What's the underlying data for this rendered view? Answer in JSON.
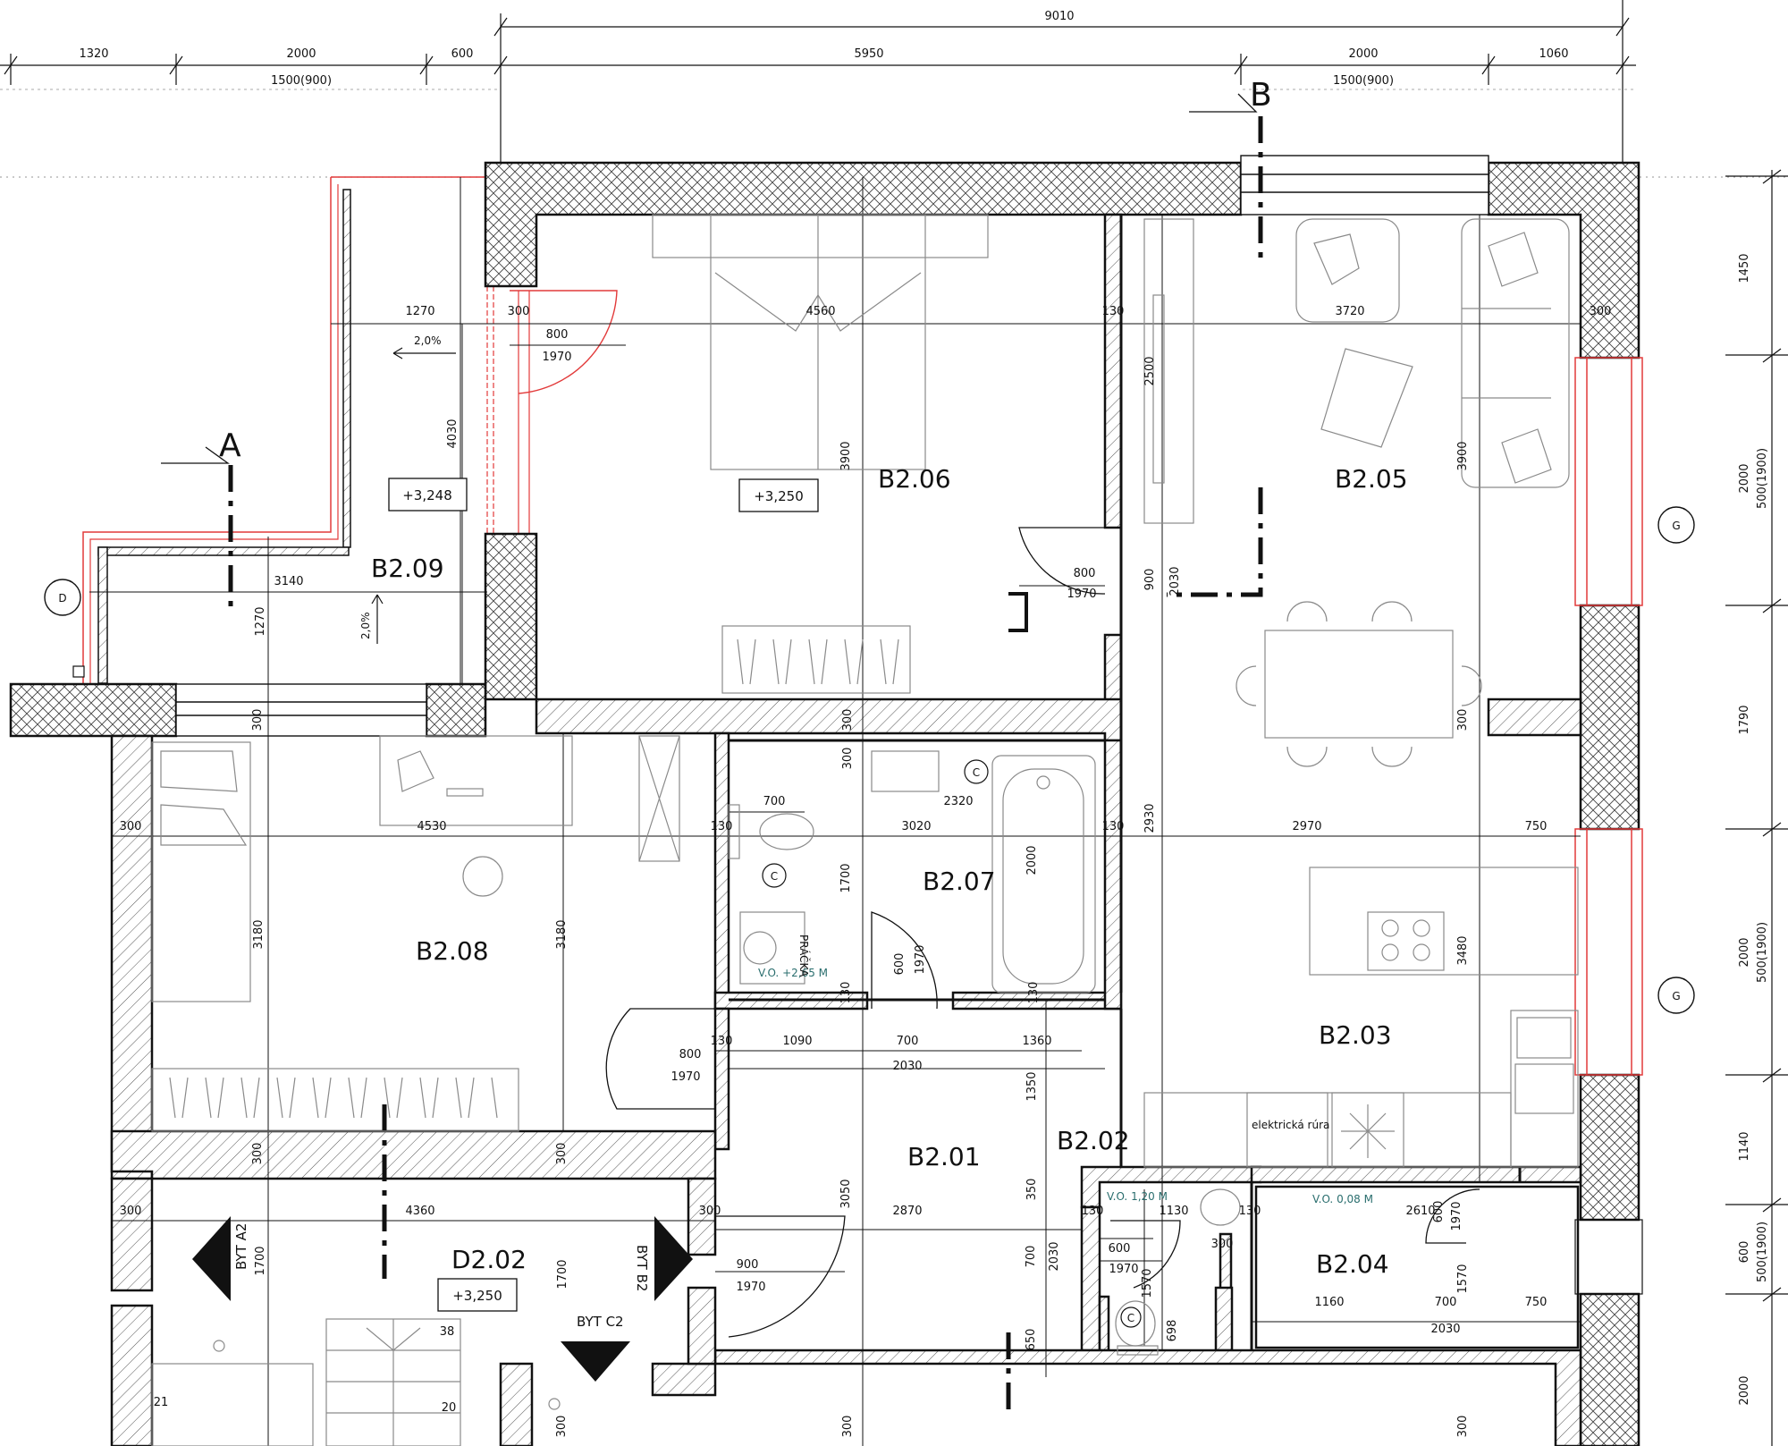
{
  "colors": {
    "wall_stroke": "#111111",
    "hatch": "#555555",
    "furniture": "#8a8a8a",
    "red_outline": "#e23a3a",
    "teal_text": "#2a6e6e"
  },
  "top_dimensions": {
    "overall": "9010",
    "row1": [
      "1320",
      "2000",
      "600",
      "5950",
      "2000",
      "1060"
    ],
    "window_left": "1500(900)",
    "window_right": "1500(900)"
  },
  "right_dimensions": [
    "1450",
    "2000",
    "500(1900)",
    "1790",
    "2000",
    "500(1900)",
    "1140",
    "600",
    "500(1900)",
    "2000"
  ],
  "section_markers": [
    "A",
    "B"
  ],
  "axis_markers": [
    "D",
    "G",
    "G"
  ],
  "rooms": {
    "b206": "B2.06",
    "b205": "B2.05",
    "b209": "B2.09",
    "b208": "B2.08",
    "b207": "B2.07",
    "b203": "B2.03",
    "b201": "B2.01",
    "b202": "B2.02",
    "b204": "B2.04",
    "d202": "D2.02"
  },
  "levels": {
    "b209": "+3,248",
    "b206": "+3,250",
    "d202": "+3,250"
  },
  "slopes": [
    "2,0%",
    "2,0%"
  ],
  "vo_labels": [
    "V.O. +2,65 M",
    "V.O. 1,20 M",
    "V.O. 0,08 M"
  ],
  "apartment_labels": [
    "BYT A2",
    "BYT B2",
    "BYT C2"
  ],
  "appliance_labels": {
    "washer": "PRÁČKA",
    "oven": "elektrická rúra",
    "c": "C"
  },
  "dims": {
    "d_1270a": "1270",
    "d_300a": "300",
    "d_800a": "800",
    "d_1970a": "1970",
    "d_4560": "4560",
    "d_130a": "130",
    "d_3720": "3720",
    "d_300b": "300",
    "d_4030": "4030",
    "d_2500": "2500",
    "d_3900a": "3900",
    "d_3900b": "3900",
    "d_3140": "3140",
    "d_1270b": "1270",
    "d_800b": "800",
    "d_1970b": "1970",
    "d_900a": "900",
    "d_2030a": "2030",
    "d_300c": "300",
    "d_300d": "300",
    "d_300e": "300",
    "d_300f": "300",
    "d_4530": "4530",
    "d_700a": "700",
    "d_2320": "2320",
    "d_130b": "130",
    "d_3020": "3020",
    "d_130c": "130",
    "d_2930": "2930",
    "d_2970": "2970",
    "d_750a": "750",
    "d_300g": "300",
    "d_3180a": "3180",
    "d_3180b": "3180",
    "d_1700a": "1700",
    "d_2000a": "2000",
    "d_3480": "3480",
    "d_600a": "600",
    "d_1970c": "1970",
    "d_130d": "130",
    "d_130e": "130",
    "d_800c": "800",
    "d_1970d": "1970",
    "d_130f": "130",
    "d_1090": "1090",
    "d_700b": "700",
    "d_1360": "1360",
    "d_2030b": "2030",
    "d_1350": "1350",
    "d_300h": "300",
    "d_300i": "300",
    "d_300j": "300",
    "d_4360": "4360",
    "d_300k": "300",
    "d_3050": "3050",
    "d_2870": "2870",
    "d_350": "350",
    "d_130g": "130",
    "d_1130": "1130",
    "d_130h": "130",
    "d_2610": "2610",
    "d_600b": "600",
    "d_1970e": "1970",
    "d_1700b": "1700",
    "d_1700c": "1700",
    "d_900b": "900",
    "d_1970f": "1970",
    "d_700c": "700",
    "d_2030c": "2030",
    "d_600c": "600",
    "d_1970g": "1970",
    "d_1570a": "1570",
    "d_300l": "300",
    "d_1160": "1160",
    "d_700d": "700",
    "d_2030d": "2030",
    "d_1570b": "1570",
    "d_750b": "750",
    "d_650": "650",
    "d_698": "698",
    "d_38": "38",
    "d_21": "21",
    "d_20": "20",
    "d_300m": "300",
    "d_300n": "300",
    "d_300o": "300"
  }
}
